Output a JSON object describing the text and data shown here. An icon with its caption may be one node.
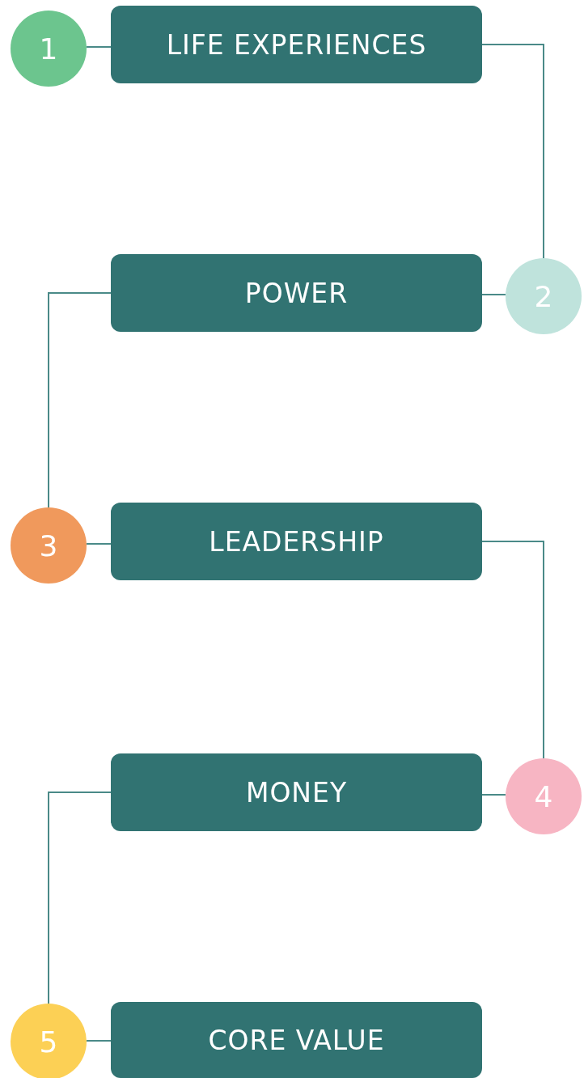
{
  "diagram": {
    "nodes": [
      {
        "text": [
          "1"
        ]
      },
      {
        "text": [
          "LIFE EXPERIENCES"
        ]
      },
      {
        "text": [
          "POWER"
        ]
      },
      {
        "text": [
          "2"
        ]
      },
      {
        "text": [
          "3"
        ]
      },
      {
        "text": [
          "LEADERSHIP"
        ]
      },
      {
        "text": [
          "MONEY"
        ]
      },
      {
        "text": [
          "4"
        ]
      },
      {
        "text": [
          "5"
        ]
      },
      {
        "text": [
          "CORE VALUE"
        ]
      }
    ],
    "edges": [
      {
        "from": 0,
        "to": 1,
        "arrow": "none"
      },
      {
        "from": 1,
        "to": 3,
        "arrow": "none"
      },
      {
        "from": 3,
        "to": 2,
        "arrow": "none"
      },
      {
        "from": 2,
        "to": 4,
        "arrow": "none"
      },
      {
        "from": 4,
        "to": 5,
        "arrow": "none"
      },
      {
        "from": 5,
        "to": 7,
        "arrow": "none"
      },
      {
        "from": 7,
        "to": 6,
        "arrow": "none"
      },
      {
        "from": 6,
        "to": 8,
        "arrow": "none"
      },
      {
        "from": 8,
        "to": 9,
        "arrow": "none"
      }
    ]
  }
}
